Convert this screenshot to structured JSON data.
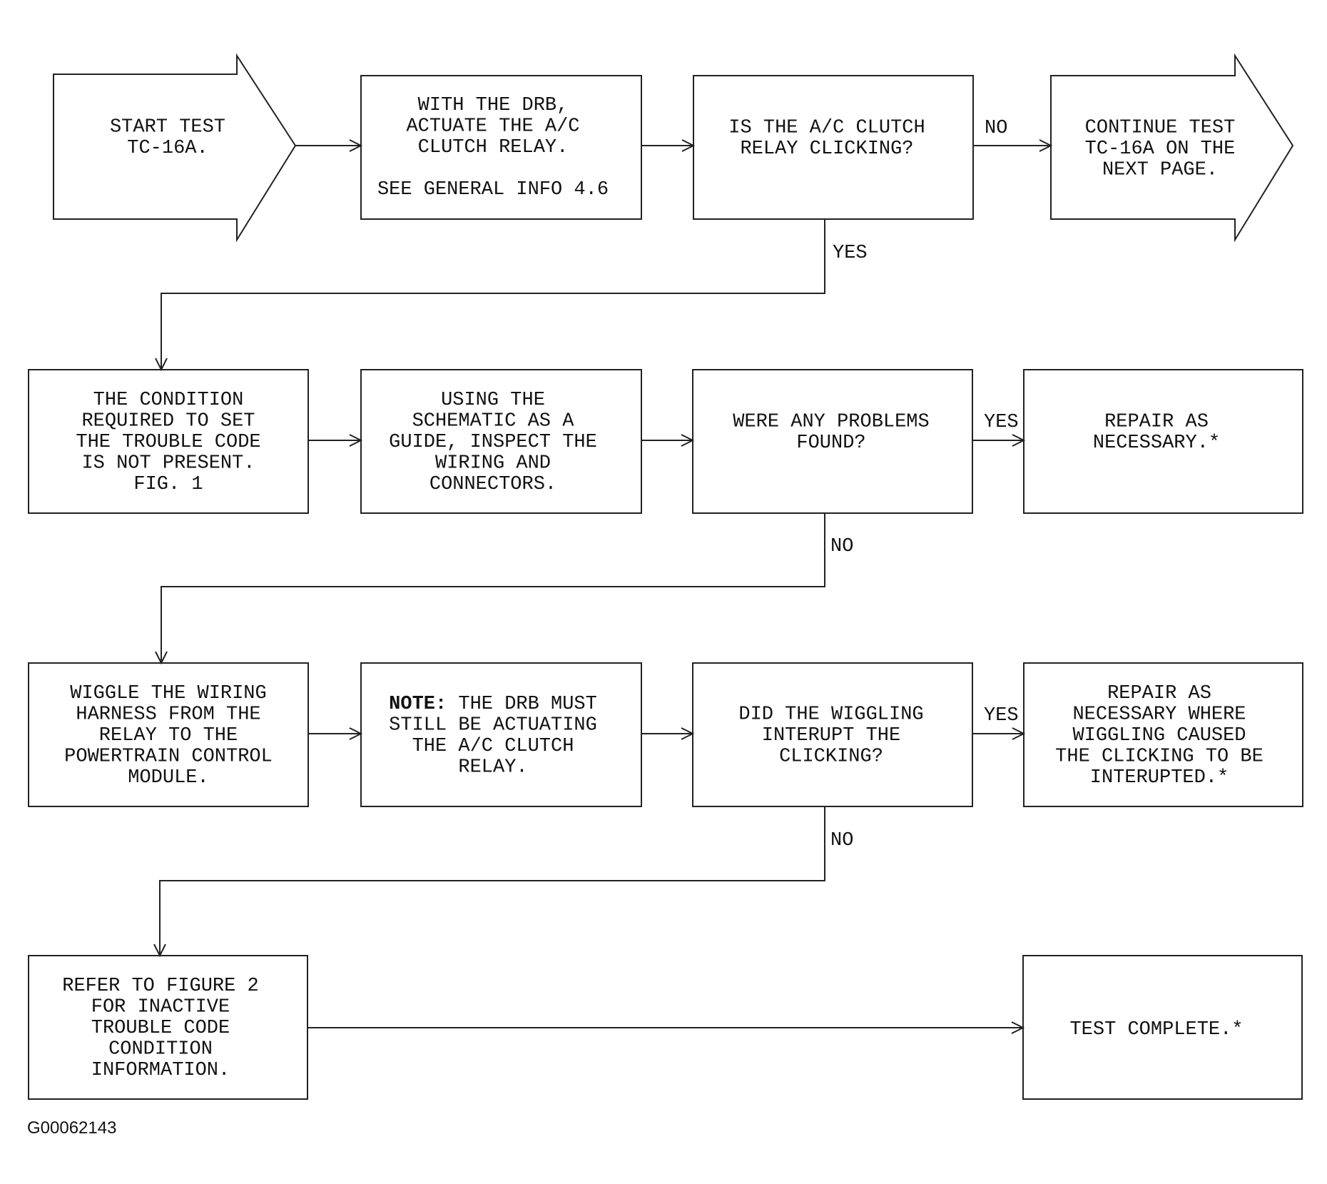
{
  "nodes": {
    "start": [
      "START TEST",
      "TC-16A."
    ],
    "actuate": [
      "WITH THE DRB,",
      "ACTUATE THE A/C",
      "CLUTCH RELAY.",
      "",
      "SEE GENERAL INFO 4.6"
    ],
    "clicking": [
      "IS THE A/C CLUTCH",
      "RELAY CLICKING?"
    ],
    "continue": [
      "CONTINUE TEST",
      "TC-16A ON THE",
      "NEXT PAGE."
    ],
    "condition": [
      "THE CONDITION",
      "REQUIRED TO SET",
      "THE TROUBLE CODE",
      "IS NOT PRESENT.",
      "FIG. 1"
    ],
    "inspect": [
      "USING THE",
      "SCHEMATIC AS A",
      "GUIDE, INSPECT THE",
      "WIRING AND",
      "CONNECTORS."
    ],
    "problems": [
      "WERE ANY PROBLEMS",
      "FOUND?"
    ],
    "repair1": [
      "REPAIR AS",
      "NECESSARY.*"
    ],
    "wiggle": [
      "WIGGLE THE WIRING",
      "HARNESS FROM THE",
      "RELAY TO THE",
      "POWERTRAIN CONTROL",
      "MODULE."
    ],
    "note": {
      "prefix": "NOTE:",
      "lines": [
        "THE DRB MUST",
        "STILL BE ACTUATING",
        "THE A/C CLUTCH",
        "RELAY."
      ]
    },
    "wiggling": [
      "DID THE WIGGLING",
      "INTERUPT THE",
      "CLICKING?"
    ],
    "repair2": [
      "REPAIR AS",
      "NECESSARY WHERE",
      "WIGGLING CAUSED",
      "THE CLICKING TO BE",
      "INTERUPTED.*"
    ],
    "refer": [
      "REFER TO FIGURE 2",
      "FOR INACTIVE",
      "TROUBLE CODE",
      "CONDITION",
      "INFORMATION."
    ],
    "complete": [
      "TEST COMPLETE.*"
    ]
  },
  "edge_labels": {
    "clicking_no": "NO",
    "clicking_yes": "YES",
    "problems_yes": "YES",
    "problems_no": "NO",
    "wiggling_yes": "YES",
    "wiggling_no": "NO"
  },
  "figure_id": "G00062143"
}
